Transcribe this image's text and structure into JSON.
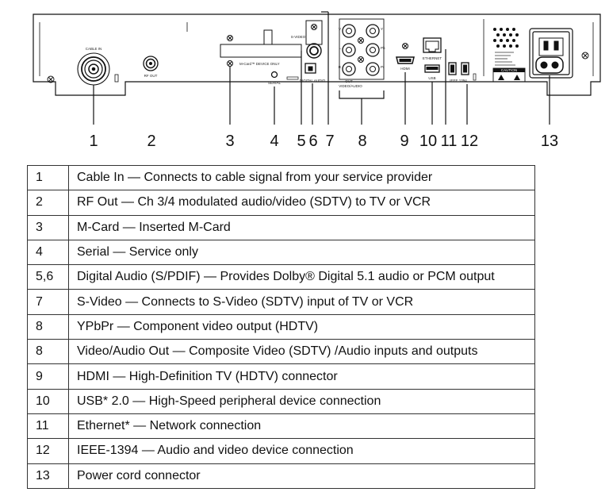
{
  "panel": {
    "connector_labels": {
      "cable_in": "CABLE IN",
      "rf_out": "RF OUT",
      "s_video": "S-VIDEO",
      "mcard": "M-Card™ DEVICE ONLY",
      "serial": "SERIAL",
      "digital_audio": "DIGITAL AUDIO",
      "video_audio_out": "VIDEO/AUDIO",
      "out": "OUT",
      "y": "Y",
      "pb": "Pb",
      "pr": "Pr",
      "v": "V",
      "l": "L",
      "r": "R",
      "hdmi": "HDMI",
      "ethernet": "ETHERNET",
      "usb": "USB",
      "ieee1394": "IEEE 1394",
      "caution": "CAUTION"
    },
    "callouts": [
      "1",
      "2",
      "3",
      "4",
      "5",
      "6",
      "7",
      "8",
      "9",
      "10",
      "11",
      "12",
      "13"
    ]
  },
  "legend": {
    "rows": [
      {
        "num": "1",
        "desc": "Cable In — Connects to cable signal from your service provider"
      },
      {
        "num": "2",
        "desc": "RF Out — Ch 3/4 modulated audio/video (SDTV) to TV or VCR"
      },
      {
        "num": "3",
        "desc": "M-Card — Inserted M-Card"
      },
      {
        "num": "4",
        "desc": "Serial — Service only"
      },
      {
        "num": "5,6",
        "desc": "Digital Audio (S/PDIF) — Provides Dolby® Digital 5.1 audio or PCM output"
      },
      {
        "num": "7",
        "desc": "S-Video — Connects to S-Video (SDTV) input of TV or VCR"
      },
      {
        "num": "8",
        "desc": "YPbPr — Component video output (HDTV)"
      },
      {
        "num": "8",
        "desc": "Video/Audio Out — Composite Video (SDTV) /Audio inputs and outputs"
      },
      {
        "num": "9",
        "desc": "HDMI — High-Definition TV (HDTV) connector"
      },
      {
        "num": "10",
        "desc": "USB* 2.0 — High-Speed peripheral device connection"
      },
      {
        "num": "11",
        "desc": "Ethernet* — Network connection"
      },
      {
        "num": "12",
        "desc": "IEEE-1394 — Audio and video device connection"
      },
      {
        "num": "13",
        "desc": "Power cord connector"
      }
    ]
  }
}
